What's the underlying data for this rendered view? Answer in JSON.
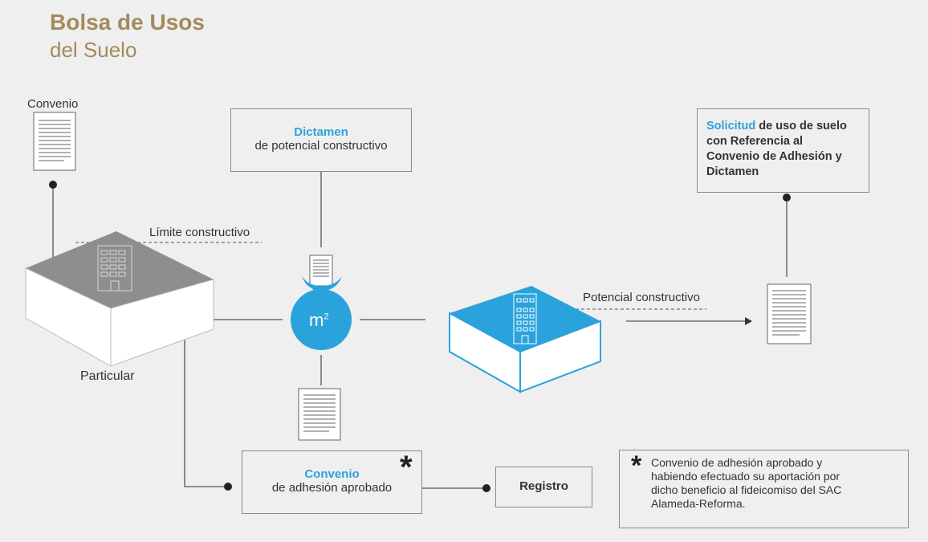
{
  "header": {
    "title": "Bolsa de Usos",
    "subtitle": "del Suelo"
  },
  "labels": {
    "convenio": "Convenio",
    "limite": "Límite constructivo",
    "particular": "Particular",
    "potencial": "Potencial constructivo",
    "m2_base": "m",
    "m2_exp": "2"
  },
  "dictamen_box": {
    "highlight": "Dictamen",
    "text": "de potencial constructivo"
  },
  "solicitud_box": {
    "highlight": "Solicitud",
    "line1_rest": " de uso de suelo",
    "line2": "con Referencia al",
    "line3": "Convenio de Adhesión y",
    "line4": "Dictamen"
  },
  "convenio_box": {
    "highlight": "Convenio",
    "text": "de adhesión aprobado",
    "star": "*"
  },
  "registro_box": {
    "label": "Registro"
  },
  "note": {
    "star": "*",
    "line1": "Convenio de adhesión aprobado y",
    "line2": "habiendo efectuado su  aportación por",
    "line3": "dicho beneficio al fideicomiso del SAC",
    "line4": "Alameda-Reforma."
  },
  "colors": {
    "title": "#a38b5a",
    "accent_blue": "#2aa3dc",
    "gray_roof": "#8e8e8e",
    "background": "#efefef"
  }
}
